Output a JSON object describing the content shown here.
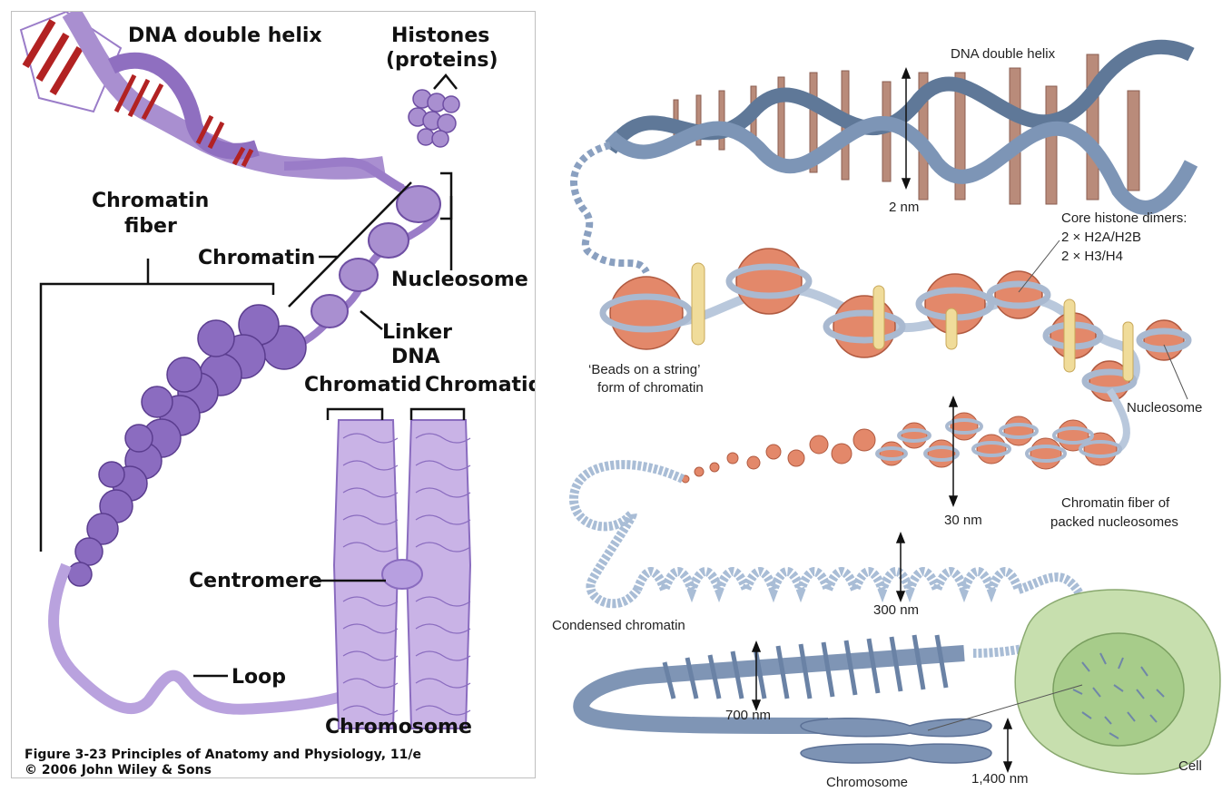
{
  "left_figure": {
    "labels": {
      "dna_double_helix": "DNA double helix",
      "histones_line1": "Histones",
      "histones_line2": "(proteins)",
      "chromatin_fiber_line1": "Chromatin",
      "chromatin_fiber_line2": "fiber",
      "chromatin": "Chromatin",
      "nucleosome": "Nucleosome",
      "linker_line1": "Linker",
      "linker_line2": "DNA",
      "chromatid_left": "Chromatid",
      "chromatid_right": "Chromatid",
      "centromere": "Centromere",
      "loop": "Loop",
      "chromosome": "Chromosome"
    },
    "caption_line1": "Figure 3-23  Principles of Anatomy and Physiology, 11/e",
    "caption_line2": "© 2006 John Wiley & Sons",
    "colors": {
      "dna": "#a98fd0",
      "dna_dark": "#6e4ea3",
      "stripe": "#b22222",
      "chromosome": "#c9b3e6"
    }
  },
  "right_figure": {
    "labels": {
      "dna_double_helix": "DNA double helix",
      "dim_2nm": "2 nm",
      "core_histone_line1": "Core histone dimers:",
      "core_histone_line2": "2 × H2A/H2B",
      "core_histone_line3": "2 × H3/H4",
      "beads_line1": "‘Beads on a string’",
      "beads_line2": "form of chromatin",
      "nucleosome": "Nucleosome",
      "dim_30nm": "30 nm",
      "fiber_line1": "Chromatin fiber of",
      "fiber_line2": "packed nucleosomes",
      "dim_300nm": "300 nm",
      "condensed_chromatin": "Condensed chromatin",
      "dim_700nm": "700 nm",
      "chromosome": "Chromosome",
      "dim_1400nm": "1,400 nm",
      "cell": "Cell"
    },
    "colors": {
      "strand": "#6f86a8",
      "bead": "#e3886a",
      "linker": "#f0dc9a",
      "cell": "#c7dfae",
      "nucleus": "#a7cc8a"
    }
  }
}
